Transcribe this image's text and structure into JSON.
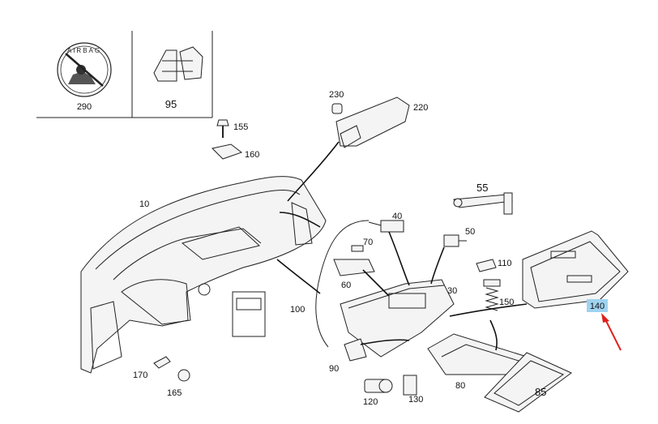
{
  "boxes": [
    {
      "id": "290",
      "label": "290",
      "badge_text": "AIRBAG"
    },
    {
      "id": "95",
      "label": "95"
    }
  ],
  "parts": [
    {
      "id": "10",
      "label": "10"
    },
    {
      "id": "30",
      "label": "30"
    },
    {
      "id": "40",
      "label": "40"
    },
    {
      "id": "50",
      "label": "50"
    },
    {
      "id": "55",
      "label": "55"
    },
    {
      "id": "60",
      "label": "60"
    },
    {
      "id": "70",
      "label": "70"
    },
    {
      "id": "80",
      "label": "80"
    },
    {
      "id": "85",
      "label": "85"
    },
    {
      "id": "90",
      "label": "90"
    },
    {
      "id": "100",
      "label": "100"
    },
    {
      "id": "110",
      "label": "110"
    },
    {
      "id": "120",
      "label": "120"
    },
    {
      "id": "130",
      "label": "130"
    },
    {
      "id": "140",
      "label": "140",
      "highlighted": true
    },
    {
      "id": "150",
      "label": "150"
    },
    {
      "id": "155",
      "label": "155"
    },
    {
      "id": "160",
      "label": "160"
    },
    {
      "id": "165",
      "label": "165"
    },
    {
      "id": "170",
      "label": "170"
    },
    {
      "id": "220",
      "label": "220"
    },
    {
      "id": "230",
      "label": "230"
    }
  ],
  "colors": {
    "highlight": "#9fd3f0",
    "pointer_arrow": "#e0201b",
    "line": "#222222"
  }
}
